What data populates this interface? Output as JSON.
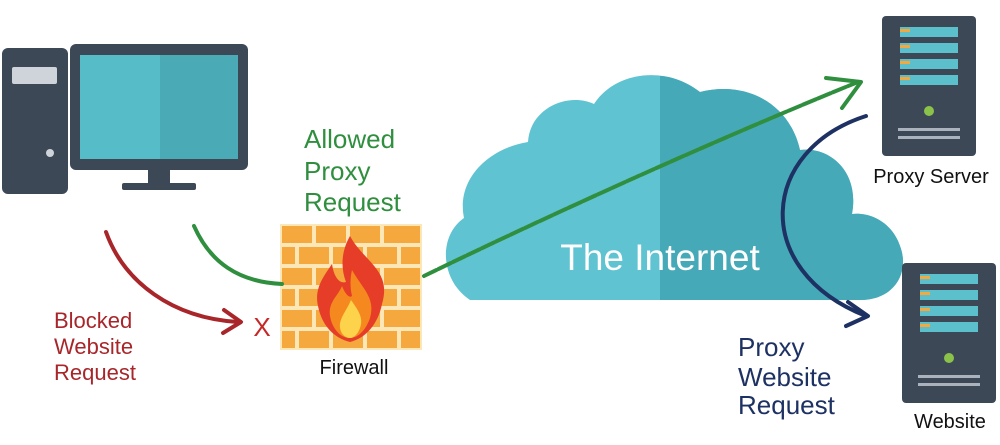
{
  "colors": {
    "background": "#ffffff",
    "cloud_light": "#5fc3d2",
    "cloud_dark": "#46a9b8",
    "monitor_body": "#3d4857",
    "monitor_screen": "#56bcc8",
    "server_body": "#3d4857",
    "server_bay": "#5cc0cc",
    "led_green": "#8bc34a",
    "firewall_brick": "#f4a83d",
    "firewall_mortar": "#fde7b6",
    "flame_red": "#e53d27",
    "flame_orange": "#f5891f",
    "flame_yellow": "#fcd34a",
    "allowed_green": "#2f8f3e",
    "blocked_red": "#a8262a",
    "proxy_navy": "#1e3163",
    "text_dark": "#111111",
    "internet_text": "#ffffff"
  },
  "labels": {
    "allowed": [
      "Allowed",
      "Proxy",
      "Request"
    ],
    "blocked": [
      "Blocked",
      "Website",
      "Request"
    ],
    "proxy_website": [
      "Proxy",
      "Website",
      "Request"
    ],
    "blocked_mark": "X",
    "firewall": "Firewall",
    "internet": "The Internet",
    "proxy_server": "Proxy Server",
    "website": "Website"
  },
  "icons": {
    "computer": "desktop-computer-icon",
    "firewall": "firewall-icon",
    "cloud": "cloud-icon",
    "proxy_server": "server-icon",
    "website_server": "server-icon"
  }
}
